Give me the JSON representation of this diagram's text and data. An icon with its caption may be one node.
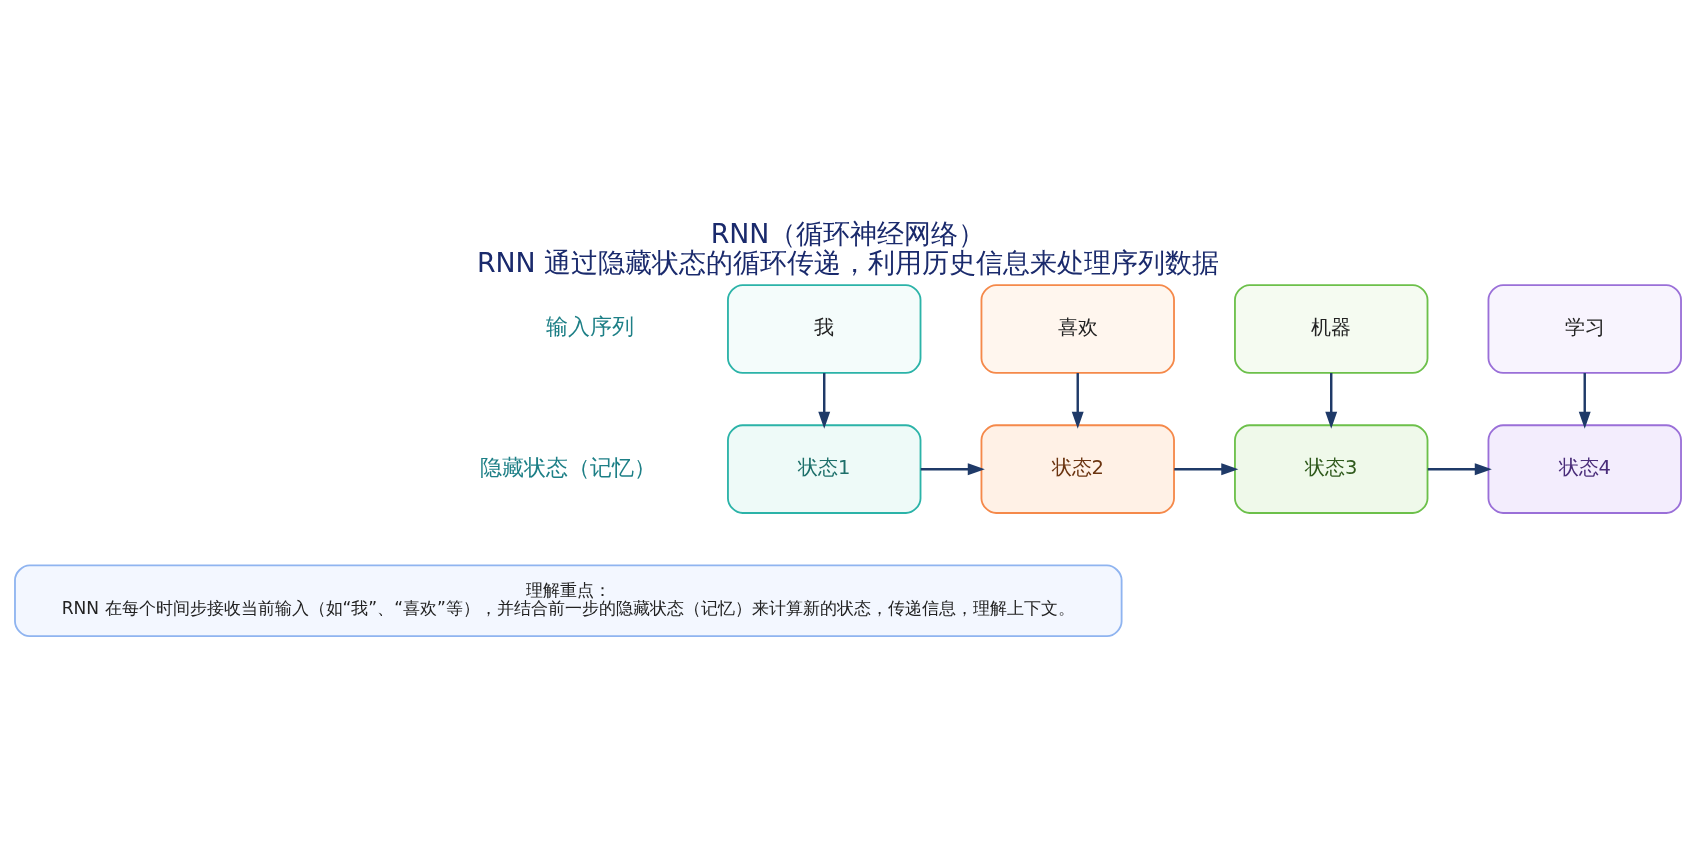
{
  "diagram": {
    "title": "RNN（循环神经网络）",
    "caption": "RNN 通过隐藏状态的循环传递，利用历史信息来处理序列数据",
    "nodes": [
      {
        "text": [
          "我"
        ]
      },
      {
        "text": [
          "喜欢"
        ]
      },
      {
        "text": [
          "机器"
        ]
      },
      {
        "text": [
          "学习"
        ]
      },
      {
        "text": [
          "状态1"
        ]
      },
      {
        "text": [
          "状态2"
        ]
      },
      {
        "text": [
          "状态3"
        ]
      },
      {
        "text": [
          "状态4"
        ]
      },
      {
        "text": [
          "理解重点：",
          "RNN 在每个时间步接收当前输入（如“我”、“喜欢”等），并结合前一步的隐藏状态（记忆）来计算新的状态，传递信息，理解上下文。"
        ]
      }
    ],
    "edges": [
      {
        "from": 0,
        "to": 4,
        "arrow": "to"
      },
      {
        "from": 1,
        "to": 5,
        "arrow": "to"
      },
      {
        "from": 2,
        "to": 6,
        "arrow": "to"
      },
      {
        "from": 3,
        "to": 7,
        "arrow": "to"
      },
      {
        "from": 4,
        "to": 5,
        "arrow": "to"
      },
      {
        "from": 5,
        "to": 6,
        "arrow": "to"
      },
      {
        "from": 6,
        "to": 7,
        "arrow": "to"
      }
    ],
    "labels": [
      "输入序列",
      "隐藏状态（记忆）"
    ]
  }
}
